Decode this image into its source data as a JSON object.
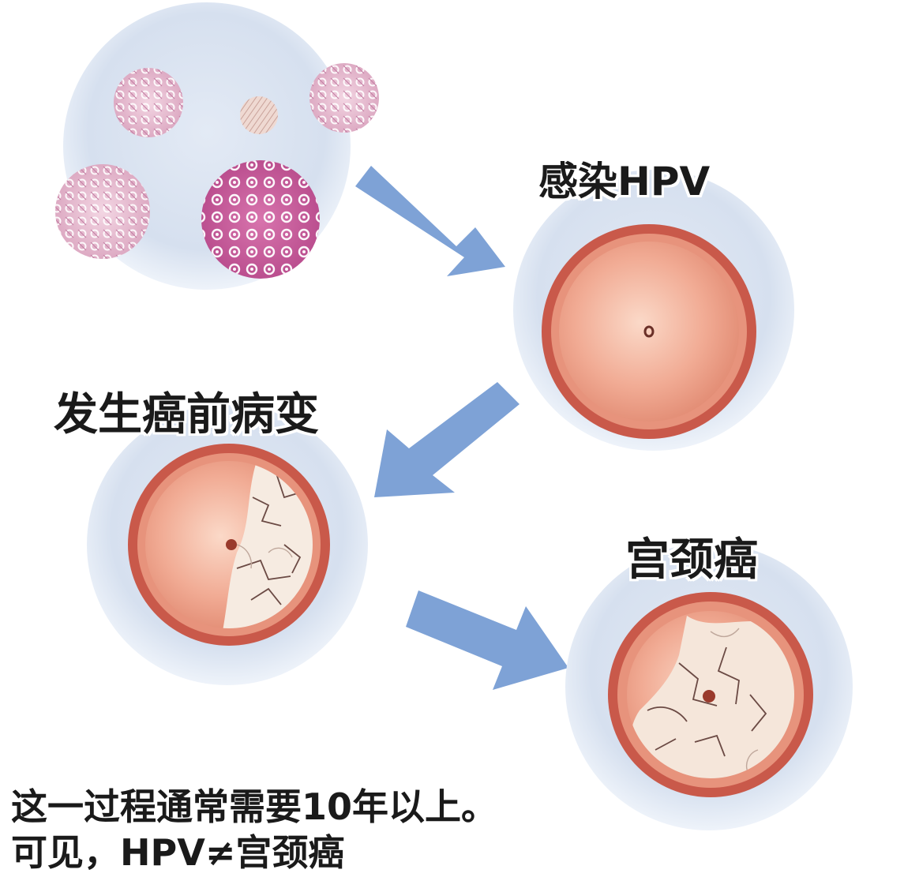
{
  "stages": {
    "infection_label": "感染HPV",
    "precancer_label": "发生癌前病变",
    "cancer_label": "宫颈癌"
  },
  "footer": {
    "line1": "这一过程通常需要10年以上。",
    "line2": "可见，HPV≠宫颈癌"
  },
  "colors": {
    "bg_circle": "#d9e3f1",
    "bg_circle_edge": "#eef2f9",
    "arrow": "#7ea2d6",
    "ring_outer": "#c9594a",
    "ring_inner": "#e58e78",
    "cervix_center": "#f6c6b3",
    "lesion": "#f5e8dc",
    "virus_dark": "#c55a98",
    "virus_light": "#e7b8cf"
  }
}
